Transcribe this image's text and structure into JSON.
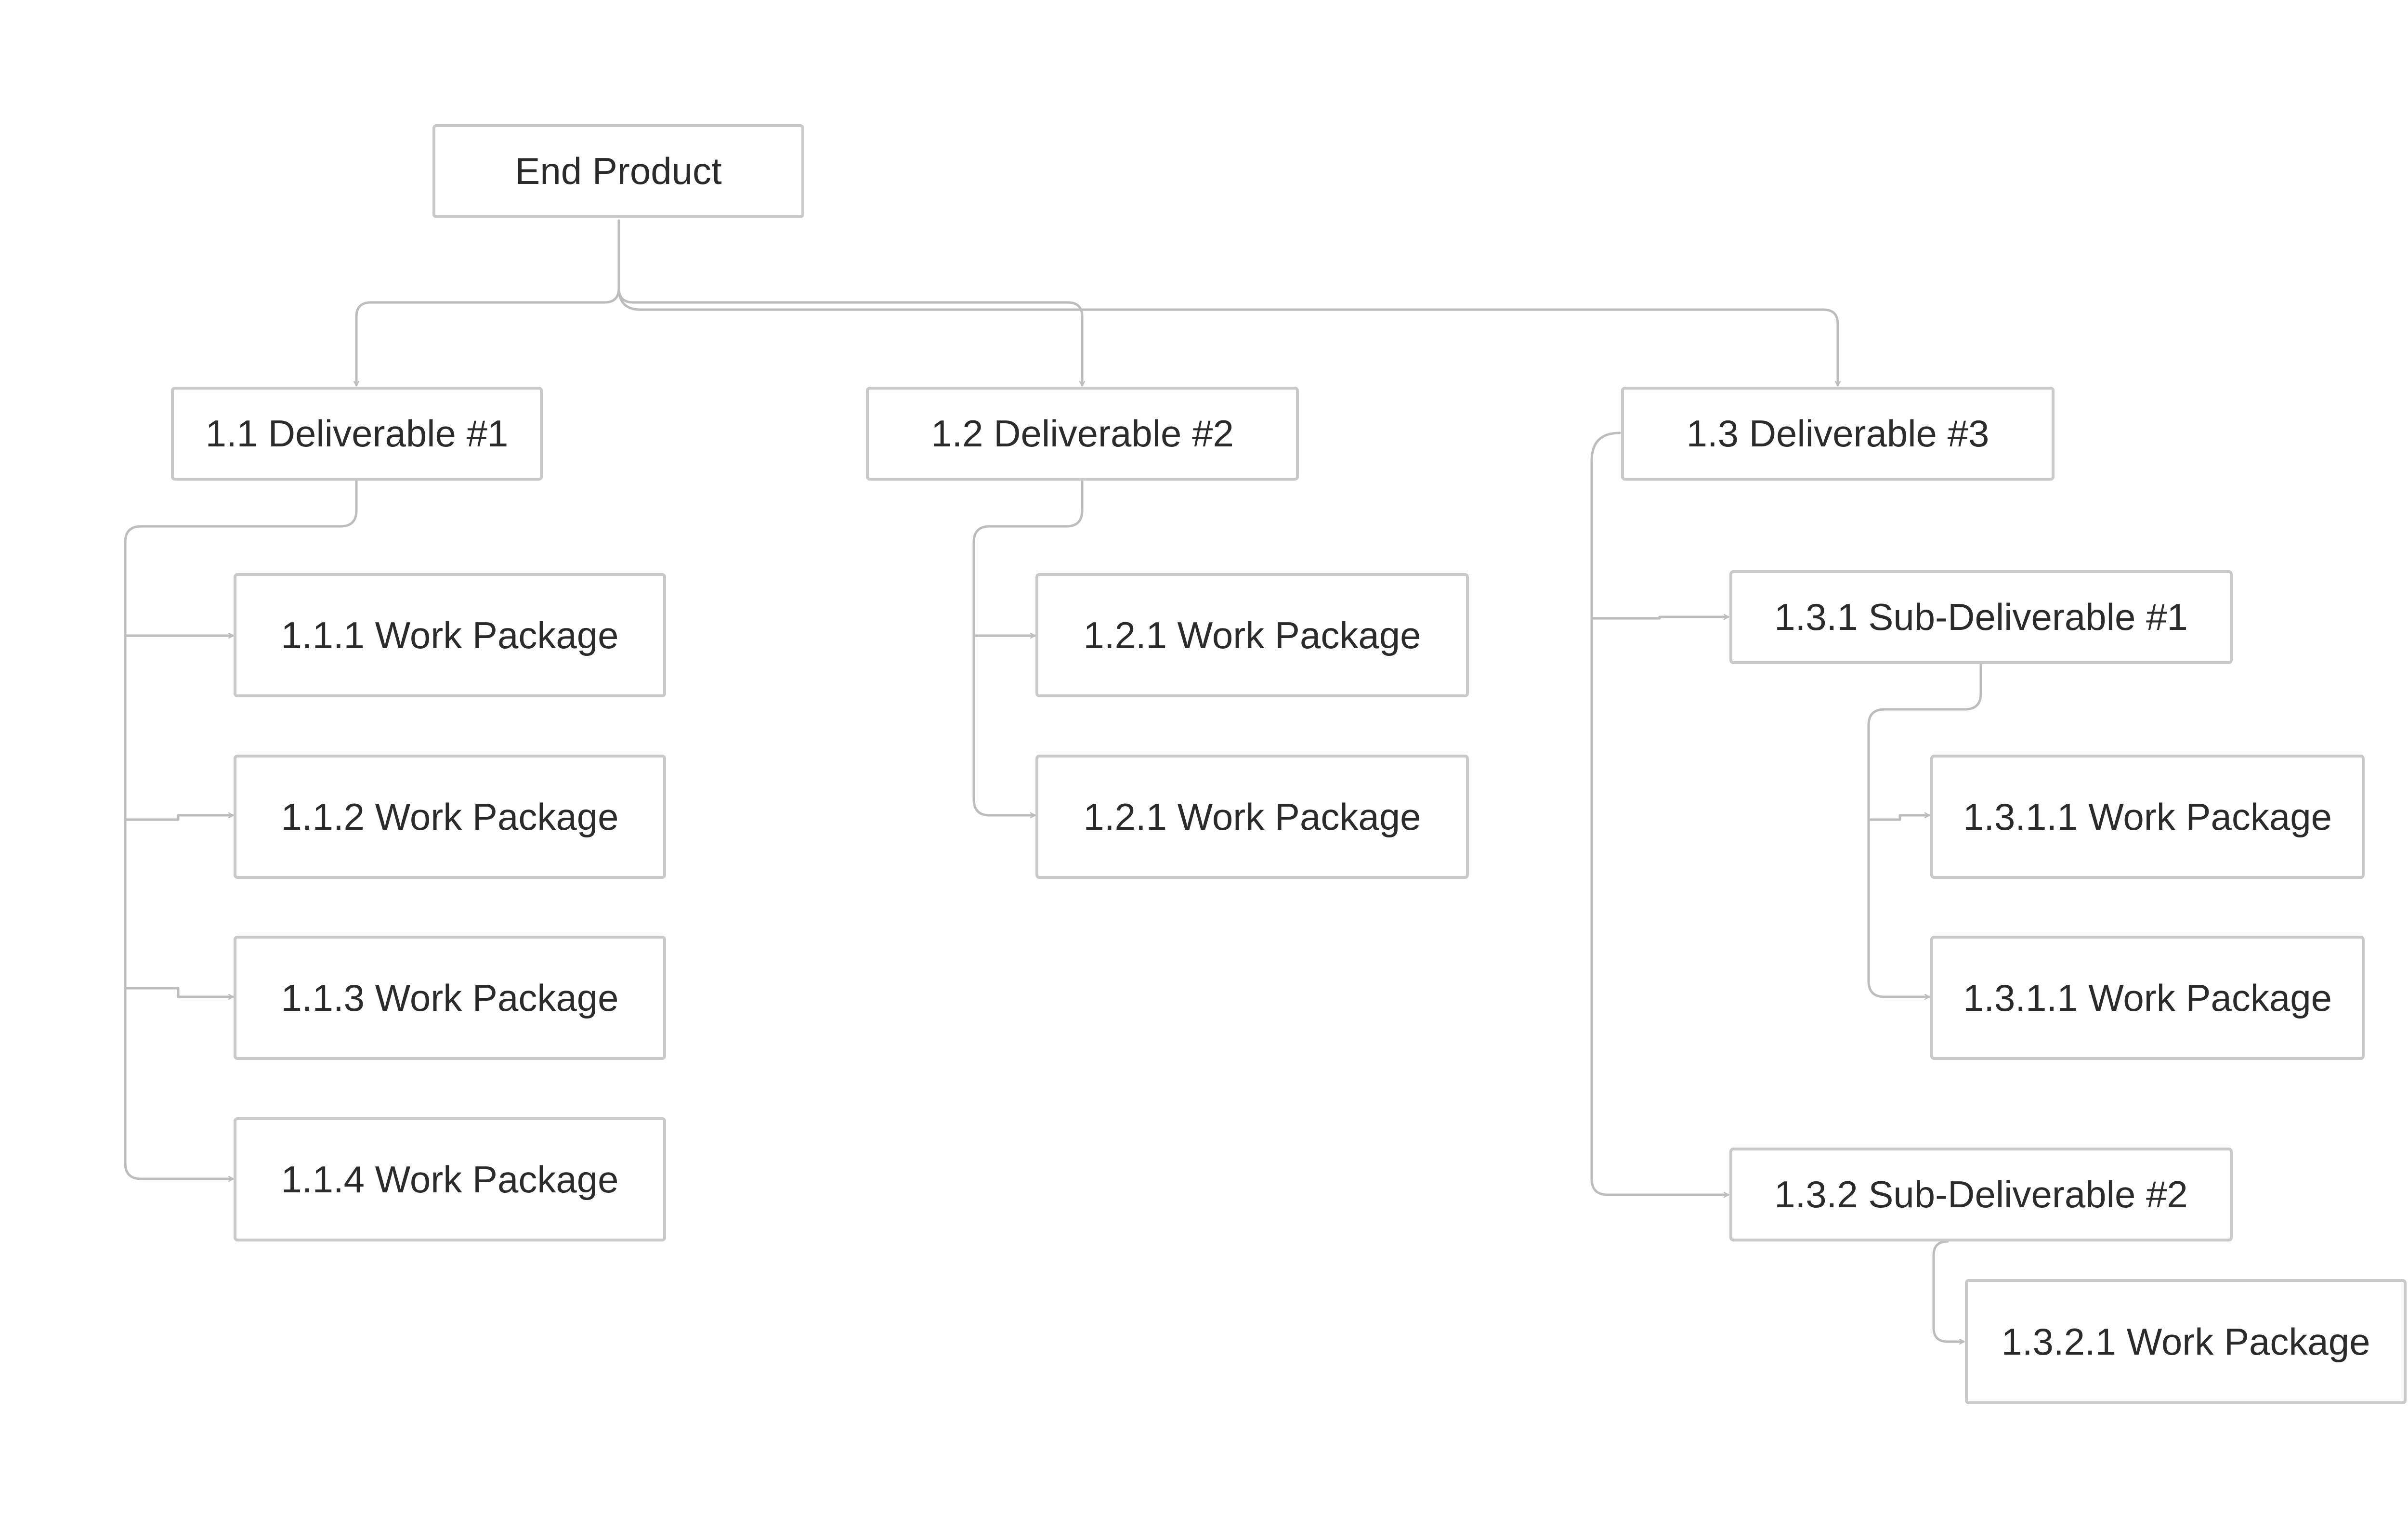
{
  "nodes": {
    "root": "End Product",
    "d1": "1.1 Deliverable #1",
    "d2": "1.2 Deliverable #2",
    "d3": "1.3 Deliverable #3",
    "wp111": "1.1.1 Work Package",
    "wp112": "1.1.2 Work Package",
    "wp113": "1.1.3 Work Package",
    "wp114": "1.1.4 Work Package",
    "wp121a": "1.2.1 Work Package",
    "wp121b": "1.2.1 Work Package",
    "sd131": "1.3.1 Sub-Deliverable #1",
    "wp1311a": "1.3.1.1 Work Package",
    "wp1311b": "1.3.1.1 Work Package",
    "sd132": "1.3.2 Sub-Deliverable #2",
    "wp1321": "1.3.2.1 Work Package"
  }
}
